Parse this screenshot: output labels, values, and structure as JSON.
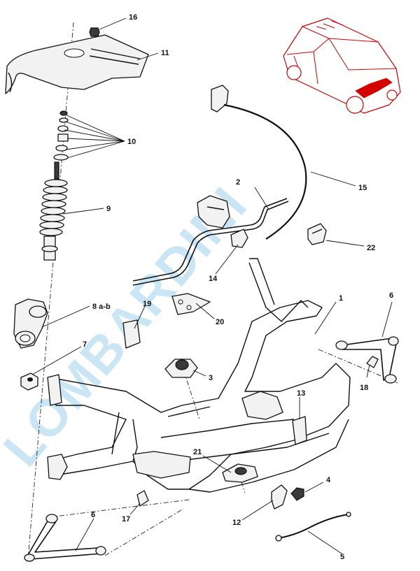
{
  "watermark": "LOMBARDINI",
  "callouts": [
    {
      "id": "callout-1",
      "text": "1"
    },
    {
      "id": "callout-2",
      "text": "2"
    },
    {
      "id": "callout-3",
      "text": "3"
    },
    {
      "id": "callout-4",
      "text": "4"
    },
    {
      "id": "callout-5",
      "text": "5"
    },
    {
      "id": "callout-6a",
      "text": "6"
    },
    {
      "id": "callout-6b",
      "text": "6"
    },
    {
      "id": "callout-7",
      "text": "7"
    },
    {
      "id": "callout-8",
      "text": "8 a-b"
    },
    {
      "id": "callout-9",
      "text": "9"
    },
    {
      "id": "callout-10",
      "text": "10"
    },
    {
      "id": "callout-11",
      "text": "11"
    },
    {
      "id": "callout-12",
      "text": "12"
    },
    {
      "id": "callout-13",
      "text": "13"
    },
    {
      "id": "callout-14",
      "text": "14"
    },
    {
      "id": "callout-15",
      "text": "15"
    },
    {
      "id": "callout-16",
      "text": "16"
    },
    {
      "id": "callout-17",
      "text": "17"
    },
    {
      "id": "callout-18",
      "text": "18"
    },
    {
      "id": "callout-19",
      "text": "19"
    },
    {
      "id": "callout-20",
      "text": "20"
    },
    {
      "id": "callout-21",
      "text": "21"
    },
    {
      "id": "callout-22",
      "text": "22"
    }
  ],
  "colors": {
    "line": "#111111",
    "watermark": "#9fd3ec",
    "locator_car": "#d40000",
    "background": "#ffffff"
  }
}
